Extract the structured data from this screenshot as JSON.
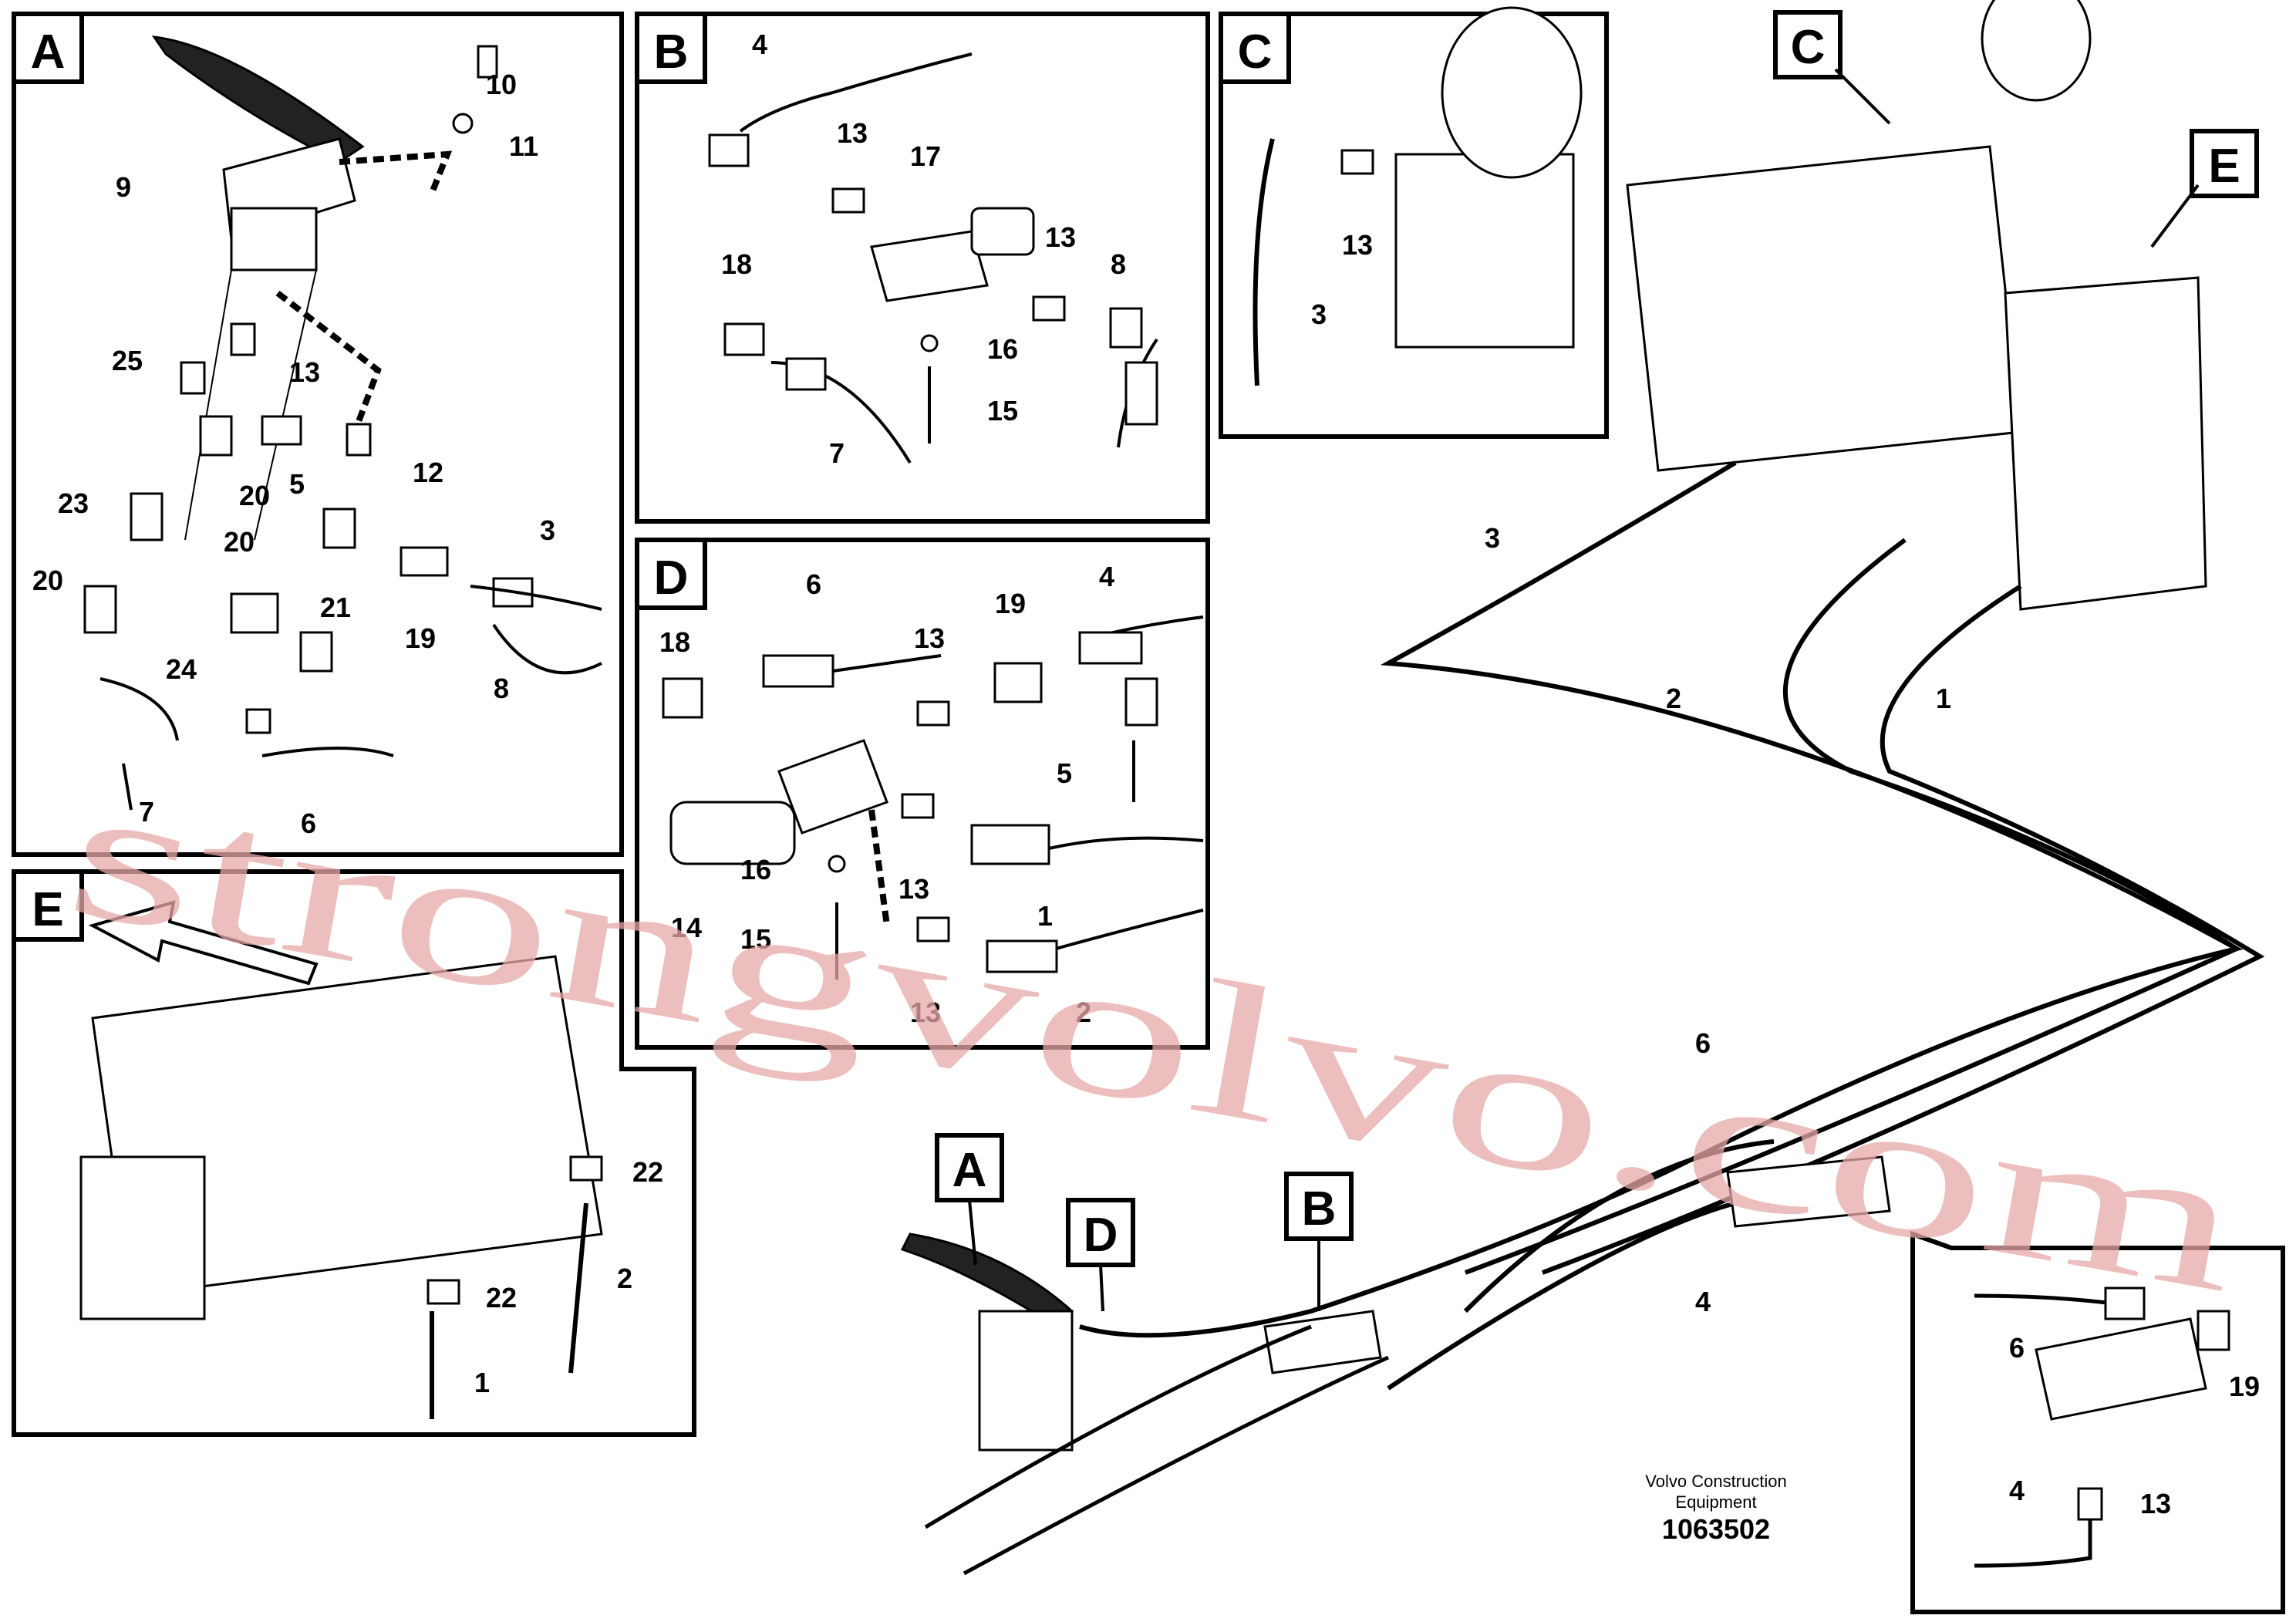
{
  "panels": {
    "A": {
      "letter": "A",
      "callouts": [
        "10",
        "11",
        "9",
        "25",
        "13",
        "5",
        "12",
        "20",
        "23",
        "20",
        "3",
        "20",
        "21",
        "24",
        "19",
        "8",
        "7",
        "6"
      ]
    },
    "B": {
      "letter": "B",
      "callouts": [
        "4",
        "13",
        "17",
        "13",
        "8",
        "18",
        "16",
        "15",
        "7"
      ]
    },
    "C": {
      "letter": "C",
      "callouts": [
        "13",
        "3"
      ]
    },
    "D": {
      "letter": "D",
      "callouts": [
        "6",
        "13",
        "19",
        "4",
        "18",
        "5",
        "16",
        "13",
        "1",
        "15",
        "13",
        "14",
        "2"
      ]
    },
    "E": {
      "letter": "E",
      "callouts": [
        "22",
        "2",
        "22",
        "1"
      ]
    }
  },
  "main": {
    "callouts": [
      "C",
      "E",
      "3",
      "2",
      "1",
      "6",
      "4",
      "A",
      "D",
      "B"
    ],
    "inset_callouts": [
      "6",
      "19",
      "13",
      "4"
    ]
  },
  "footer": {
    "company_line1": "Volvo Construction",
    "company_line2": "Equipment",
    "doc_number": "1063502"
  },
  "watermark": "strongvolvo.com"
}
